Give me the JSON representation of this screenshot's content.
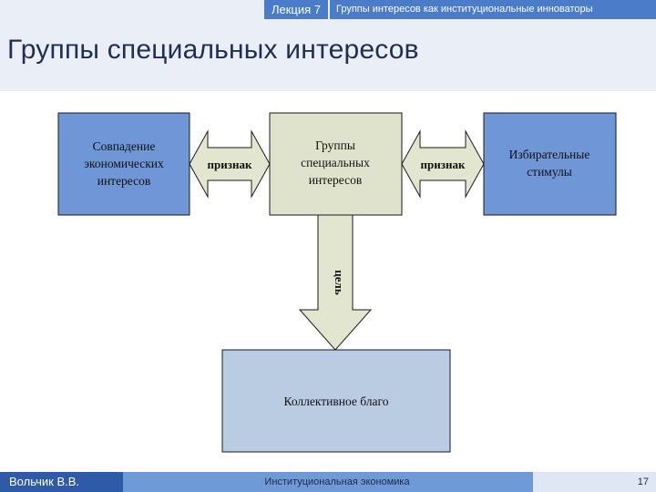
{
  "header": {
    "lecture": "Лекция 7",
    "topic": "Группы интересов как институциональные инноваторы"
  },
  "title": "Группы специальных интересов",
  "diagram": {
    "left_box": [
      "Совпадение",
      "экономических",
      "интересов"
    ],
    "center_box": [
      "Группы",
      "специальных",
      "интересов"
    ],
    "right_box": [
      "Избирательные",
      "стимулы"
    ],
    "bottom_box": "Коллективное благо",
    "left_arrow": "признак",
    "right_arrow": "признак",
    "down_arrow": "цель"
  },
  "colors": {
    "header_accent": "#4a7cc9",
    "side_box": "#6f96d6",
    "center_box": "#dfe3cc",
    "bottom_box": "#b9cce2",
    "arrow_fill": "#e2e6cf"
  },
  "footer": {
    "author": "Вольчик В.В.",
    "course": "Институциональная экономика",
    "page": "17"
  }
}
